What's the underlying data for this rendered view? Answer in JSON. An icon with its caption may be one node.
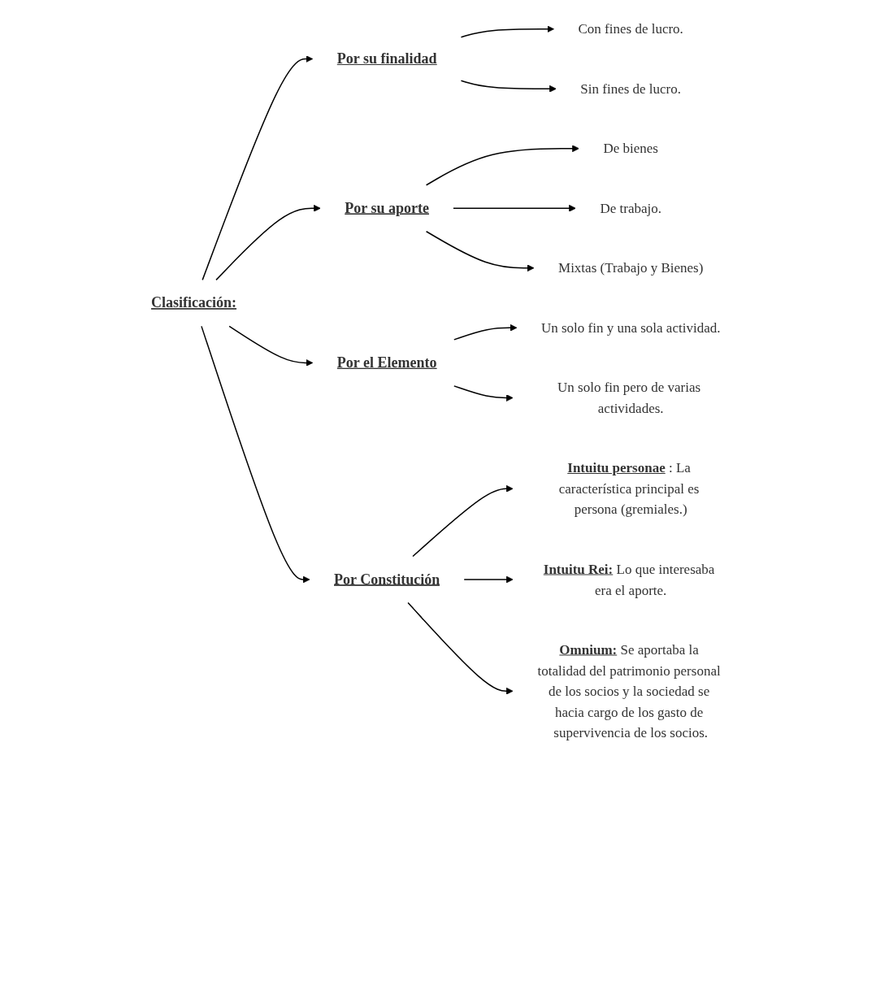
{
  "diagram": {
    "nodes": [
      {
        "text": [
          "Clasificación:"
        ]
      },
      {
        "text": [
          "Por su finalidad"
        ]
      },
      {
        "text": [
          "Con fines de lucro."
        ]
      },
      {
        "text": [
          "Sin fines de lucro."
        ]
      },
      {
        "text": [
          "Por su aporte"
        ]
      },
      {
        "text": [
          "De bienes"
        ]
      },
      {
        "text": [
          "De trabajo."
        ]
      },
      {
        "text": [
          "Mixtas (Trabajo y Bienes)"
        ]
      },
      {
        "text": [
          "Por el Elemento"
        ]
      },
      {
        "text": [
          "Un solo fin y una sola actividad."
        ]
      },
      {
        "text": [
          "Un solo fin pero de varias actividades."
        ]
      },
      {
        "text": [
          "Por Constitución"
        ]
      },
      {
        "text": [
          "**Intuitu personae** : La característica principal es persona (gremiales.)"
        ]
      },
      {
        "text": [
          "**Intuitu Rei:** Lo que interesaba era el aporte."
        ]
      },
      {
        "text": [
          "**Omnium:** Se aportaba la totalidad del patrimonio personal de los socios y la sociedad se hacia cargo de los gasto de supervivencia de los socios."
        ]
      }
    ],
    "edges": [
      {
        "from": 0,
        "to": 1,
        "arrow": "to"
      },
      {
        "from": 0,
        "to": 4,
        "arrow": "to"
      },
      {
        "from": 0,
        "to": 8,
        "arrow": "to"
      },
      {
        "from": 0,
        "to": 11,
        "arrow": "to"
      },
      {
        "from": 1,
        "to": 2,
        "arrow": "to"
      },
      {
        "from": 1,
        "to": 3,
        "arrow": "to"
      },
      {
        "from": 4,
        "to": 5,
        "arrow": "to"
      },
      {
        "from": 4,
        "to": 6,
        "arrow": "to"
      },
      {
        "from": 4,
        "to": 7,
        "arrow": "to"
      },
      {
        "from": 8,
        "to": 9,
        "arrow": "to"
      },
      {
        "from": 8,
        "to": 10,
        "arrow": "to"
      },
      {
        "from": 11,
        "to": 12,
        "arrow": "to"
      },
      {
        "from": 11,
        "to": 13,
        "arrow": "to"
      },
      {
        "from": 11,
        "to": 14,
        "arrow": "to"
      }
    ]
  }
}
